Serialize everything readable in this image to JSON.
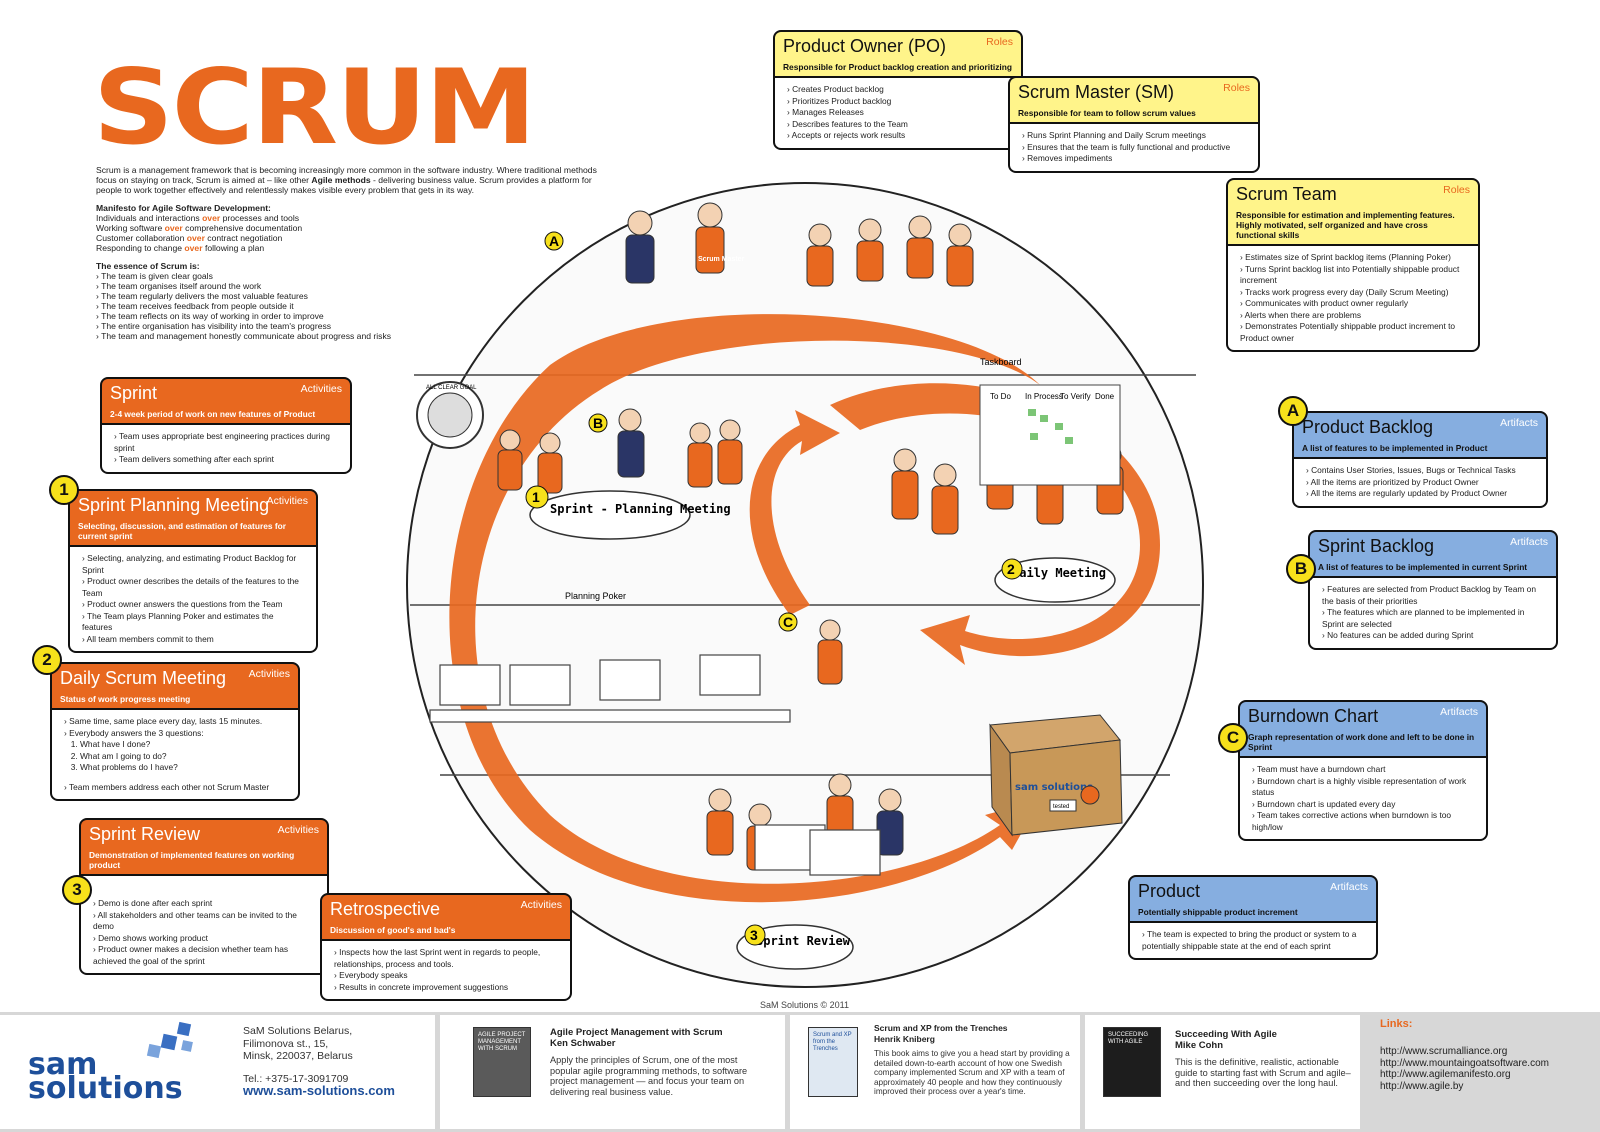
{
  "title": "SCRUM",
  "intro": {
    "paragraph_a": "Scrum is a management framework that is becoming increasingly more common in the software industry. Where traditional methods focus on staying on track, Scrum is aimed at – like other ",
    "paragraph_bold": "Agile methods",
    "paragraph_b": " - delivering business value. Scrum provides a platform for people to work together effectively and relentlessly makes visible every problem that gets in its way.",
    "manifesto_heading": "Manifesto for Agile Software Development:",
    "manifesto": [
      {
        "a": "Individuals and interactions ",
        "over": "over",
        "b": " processes and tools"
      },
      {
        "a": "Working software ",
        "over": "over",
        "b": " comprehensive documentation"
      },
      {
        "a": "Customer collaboration ",
        "over": "over",
        "b": " contract negotiation"
      },
      {
        "a": "Responding to change ",
        "over": "over",
        "b": " following a plan"
      }
    ],
    "essence_heading": "The essence of Scrum is:",
    "essence": [
      "The team is given clear goals",
      "The team organises itself around the work",
      "The team regularly delivers the most valuable features",
      "The team receives feedback from people outside it",
      "The team reflects on its way of working in order to improve",
      "The entire organisation has visibility into the team's progress",
      "The team and management honestly communicate about progress and risks"
    ]
  },
  "roles": {
    "po": {
      "title": "Product Owner (PO)",
      "tag": "Roles",
      "sub": "Responsible for Product backlog creation and prioritizing",
      "items": [
        "Creates Product backlog",
        "Prioritizes Product backlog",
        "Manages Releases",
        "Describes features to the Team",
        "Accepts or rejects work results"
      ]
    },
    "sm": {
      "title": "Scrum Master (SM)",
      "tag": "Roles",
      "sub": "Responsible for team to follow scrum values",
      "items": [
        "Runs Sprint Planning and Daily Scrum meetings",
        "Ensures that the team is fully functional and productive",
        "Removes impediments"
      ]
    },
    "team": {
      "title": "Scrum Team",
      "tag": "Roles",
      "sub": "Responsible for estimation and implementing features. Highly motivated, self organized and have cross functional skills",
      "items": [
        "Estimates size of Sprint backlog items (Planning Poker)",
        "Turns Sprint backlog list into Potentially shippable product increment",
        "Tracks work progress every day (Daily Scrum Meeting)",
        "Communicates with product owner regularly",
        "Alerts when there are problems",
        "Demonstrates Potentially shippable product increment to Product owner"
      ]
    }
  },
  "activities": {
    "sprint": {
      "title": "Sprint",
      "tag": "Activities",
      "sub": "2-4 week period of work on new features of Product",
      "items": [
        "Team uses appropriate best engineering practices during sprint",
        "Team delivers something after each sprint"
      ]
    },
    "planning": {
      "num": "1",
      "title": "Sprint Planning Meeting",
      "tag": "Activities",
      "sub": "Selecting, discussion, and estimation of features for current sprint",
      "items": [
        "Selecting, analyzing, and estimating Product Backlog for Sprint",
        "Product owner describes the details of the features to the Team",
        "Product owner answers the questions from the Team",
        "The Team plays Planning Poker and estimates the features",
        "All team members commit to them"
      ]
    },
    "daily": {
      "num": "2",
      "title": "Daily Scrum Meeting",
      "tag": "Activities",
      "sub": "Status of work progress meeting",
      "items_a": [
        "Same time, same place every day, lasts 15 minutes.",
        "Everybody answers the 3 questions:"
      ],
      "questions": [
        "What have I done?",
        "What am I going to do?",
        "What problems do I have?"
      ],
      "items_b": [
        "Team members address each other not Scrum Master"
      ]
    },
    "review": {
      "num": "3",
      "title": "Sprint Review",
      "tag": "Activities",
      "sub": "Demonstration of implemented features on working product",
      "items": [
        "Demo is done after each sprint",
        "All stakeholders and other teams can be invited to the demo",
        "Demo shows working product",
        "Product owner makes a decision whether team has achieved the goal of the sprint"
      ]
    },
    "retro": {
      "title": "Retrospective",
      "tag": "Activities",
      "sub": "Discussion of good's and bad's",
      "items": [
        "Inspects how the last Sprint went in regards to people, relationships, process and tools.",
        "Everybody speaks",
        "Results in concrete improvement suggestions"
      ]
    }
  },
  "artifacts": {
    "pb": {
      "letter": "A",
      "title": "Product Backlog",
      "tag": "Artifacts",
      "sub": "A list of features to be implemented in Product",
      "items": [
        "Contains User Stories, Issues, Bugs or Technical Tasks",
        "All the items are prioritized by Product Owner",
        "All the items are regularly updated by Product Owner"
      ]
    },
    "sb": {
      "letter": "B",
      "title": "Sprint Backlog",
      "tag": "Artifacts",
      "sub": "A list of features to be implemented in current Sprint",
      "items": [
        "Features are selected from Product Backlog by Team on the basis of their priorities",
        "The features which are planned to be implemented in Sprint are selected",
        "No features can be added during Sprint"
      ]
    },
    "bc": {
      "letter": "C",
      "title": "Burndown Chart",
      "tag": "Artifacts",
      "sub": "Graph representation of work done and left to be done in Sprint",
      "items": [
        "Team must have a burndown chart",
        "Burndown chart is a highly visible representation of work status",
        "Burndown chart is updated every day",
        "Team takes corrective actions when burndown is too high/low"
      ]
    },
    "product": {
      "title": "Product",
      "tag": "Artifacts",
      "sub": "Potentially shippable product increment",
      "items": [
        "The team is expected to bring the product or system to a potentially shippable state at the end of each sprint"
      ]
    }
  },
  "illustration": {
    "bubble_planning": "Sprint - Planning Meeting",
    "bubble_daily": "Daily Meeting",
    "bubble_review": "Sprint Review",
    "taskboard": "Taskboard",
    "planning_poker": "Planning Poker",
    "board_cols": [
      "To Do",
      "In Process",
      "To Verify",
      "Done"
    ],
    "dartboard": "ALL CLEAR GOAL",
    "box_logo": "sam solutions",
    "box_label": "tested",
    "shirt": "Scrum Master"
  },
  "footer": {
    "copyright": "SaM Solutions © 2011",
    "logo_a": "sam",
    "logo_b": "solutions",
    "address": [
      "SaM Solutions Belarus,",
      "Filimonova st., 15,",
      "Minsk, 220037, Belarus"
    ],
    "tel": "Tel.: +375-17-3091709",
    "web": "www.sam-solutions.com",
    "books": [
      {
        "title": "Agile Project Management with Scrum",
        "author": "Ken Schwaber",
        "text": "Apply the principles of Scrum, one of the most popular agile programming methods, to software project management — and focus your team on delivering real business value.",
        "cover": "AGILE PROJECT MANAGEMENT WITH SCRUM",
        "color": "#5a5a5a"
      },
      {
        "title": "Scrum and XP from the Trenches",
        "author": "Henrik Kniberg",
        "text": "This book aims to give you a head start by providing a detailed down-to-earth account of how one Swedish company implemented Scrum and XP with a team of approximately 40 people and how they continuously improved their process over a year's time.",
        "cover": "Scrum and XP from the Trenches",
        "color": "#dfe8f2"
      },
      {
        "title": "Succeeding With Agile",
        "author": "Mike Cohn",
        "text": "This is the definitive, realistic, actionable guide to starting fast with Scrum and agile–and then succeeding over the long haul.",
        "cover": "SUCCEEDING WITH AGILE",
        "color": "#1d1d1d"
      }
    ],
    "links_heading": "Links:",
    "links": [
      "http://www.scrumalliance.org",
      "http://www.mountaingoatsoftware.com",
      "http://www.agilemanifesto.org",
      "http://www.agile.by"
    ]
  },
  "colors": {
    "orange": "#e8681f",
    "yellow": "#fff48a",
    "blue": "#86aee0",
    "badge": "#f7e11b"
  }
}
